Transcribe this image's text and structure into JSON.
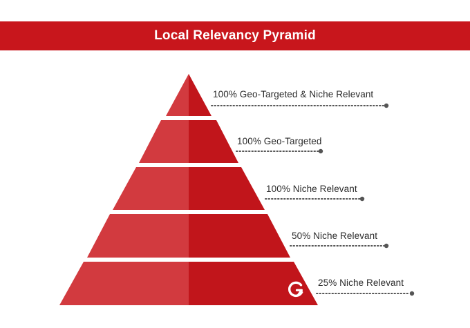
{
  "banner": {
    "title": "Local Relevancy Pyramid"
  },
  "tiers": [
    {
      "label": "100% Geo-Targeted & Niche Relevant"
    },
    {
      "label": "100% Geo-Targeted"
    },
    {
      "label": "100% Niche Relevant"
    },
    {
      "label": "50% Niche Relevant"
    },
    {
      "label": "25% Niche Relevant"
    }
  ],
  "colors": {
    "light": "#d23a3f",
    "dark": "#c1151b",
    "banner": "#c8161c",
    "dots": "#555555"
  },
  "logo": {
    "icon": "brand-g-logo-icon"
  }
}
